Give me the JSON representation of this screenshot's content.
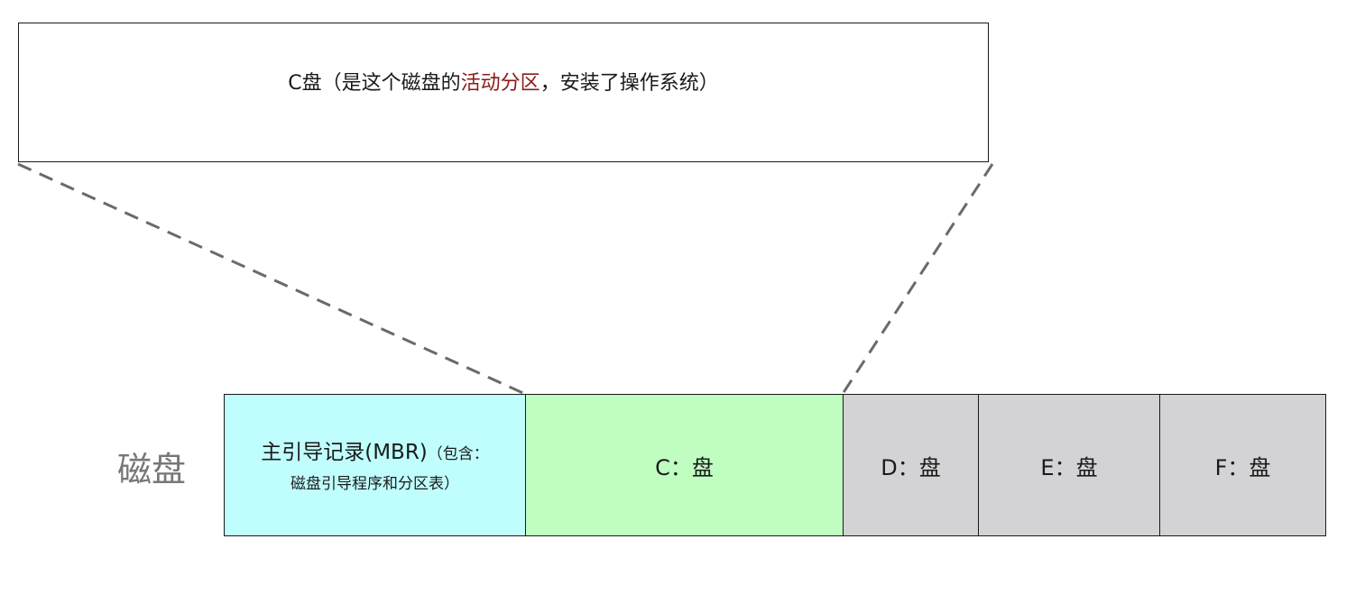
{
  "zoom_box": {
    "text_before": "C盘（是这个磁盘的",
    "text_highlight": "活动分区",
    "text_after": "，安装了操作系统）",
    "highlight_color": "#8b1a1a"
  },
  "disk": {
    "label": "磁盘",
    "partitions": [
      {
        "line1": "主引导记录(MBR)",
        "line1_small": "（包含：",
        "line2": "磁盘引导程序和分区表）",
        "color": "#c0fefe"
      },
      {
        "label": "C：盘",
        "color": "#c0fdc0"
      },
      {
        "label": "D：盘",
        "color": "#d3d2d4"
      },
      {
        "label": "E：盘",
        "color": "#d3d2d4"
      },
      {
        "label": "F：盘",
        "color": "#d3d2d4"
      }
    ]
  }
}
